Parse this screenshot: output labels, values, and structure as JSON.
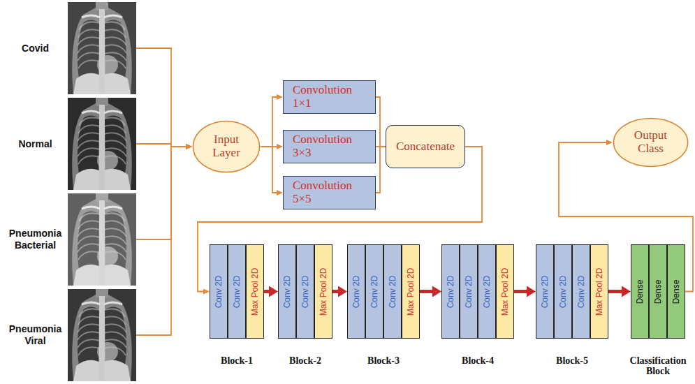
{
  "diagram": {
    "nodes": [
      {
        "text": [
          "Covid"
        ]
      },
      {
        "text": [
          "Normal"
        ]
      },
      {
        "text": [
          "Pneumonia Bacterial"
        ]
      },
      {
        "text": [
          "Pneumonia Viral"
        ]
      },
      {
        "text": [
          "Input Layer"
        ]
      },
      {
        "text": [
          "Convolution 1×1"
        ]
      },
      {
        "text": [
          "Convolution 3×3"
        ]
      },
      {
        "text": [
          "Convolution 5×5"
        ]
      },
      {
        "text": [
          "Concatenate"
        ]
      },
      {
        "text": [
          "Output Class"
        ]
      },
      {
        "text": [
          "Block-1"
        ]
      },
      {
        "text": [
          "Conv 2D"
        ],
        "in": 10
      },
      {
        "text": [
          "Conv 2D"
        ],
        "in": 10
      },
      {
        "text": [
          "Max Pool 2D"
        ],
        "in": 10
      },
      {
        "text": [
          "Block-2"
        ]
      },
      {
        "text": [
          "Conv 2D"
        ],
        "in": 14
      },
      {
        "text": [
          "Conv 2D"
        ],
        "in": 14
      },
      {
        "text": [
          "Max Pool 2D"
        ],
        "in": 14
      },
      {
        "text": [
          "Block-3"
        ]
      },
      {
        "text": [
          "Conv 2D"
        ],
        "in": 18
      },
      {
        "text": [
          "Conv 2D"
        ],
        "in": 18
      },
      {
        "text": [
          "Conv 2D"
        ],
        "in": 18
      },
      {
        "text": [
          "Max Pool 2D"
        ],
        "in": 18
      },
      {
        "text": [
          "Block-4"
        ]
      },
      {
        "text": [
          "Conv 2D"
        ],
        "in": 23
      },
      {
        "text": [
          "Conv 2D"
        ],
        "in": 23
      },
      {
        "text": [
          "Conv 2D"
        ],
        "in": 23
      },
      {
        "text": [
          "Max Pool 2D"
        ],
        "in": 23
      },
      {
        "text": [
          "Block-5"
        ]
      },
      {
        "text": [
          "Conv 2D"
        ],
        "in": 28
      },
      {
        "text": [
          "Conv 2D"
        ],
        "in": 28
      },
      {
        "text": [
          "Conv 2D"
        ],
        "in": 28
      },
      {
        "text": [
          "Max Pool 2D"
        ],
        "in": 28
      },
      {
        "text": [
          "Classification Block"
        ]
      },
      {
        "text": [
          "Dense"
        ],
        "in": 33
      },
      {
        "text": [
          "Dense"
        ],
        "in": 33
      },
      {
        "text": [
          "Dense"
        ],
        "in": 33
      }
    ],
    "edges": [
      {
        "from": 0,
        "to": 4,
        "arrow": "to"
      },
      {
        "from": 1,
        "to": 4,
        "arrow": "to"
      },
      {
        "from": 2,
        "to": 4,
        "arrow": "to"
      },
      {
        "from": 3,
        "to": 4,
        "arrow": "to"
      },
      {
        "from": 4,
        "to": 5,
        "arrow": "to"
      },
      {
        "from": 4,
        "to": 6,
        "arrow": "to"
      },
      {
        "from": 4,
        "to": 7,
        "arrow": "to"
      },
      {
        "from": 5,
        "to": 8,
        "arrow": "to"
      },
      {
        "from": 6,
        "to": 8,
        "arrow": "to"
      },
      {
        "from": 7,
        "to": 8,
        "arrow": "to"
      },
      {
        "from": 8,
        "to": 10,
        "arrow": "to"
      },
      {
        "from": 10,
        "to": 14,
        "arrow": "to"
      },
      {
        "from": 14,
        "to": 18,
        "arrow": "to"
      },
      {
        "from": 18,
        "to": 23,
        "arrow": "to"
      },
      {
        "from": 23,
        "to": 28,
        "arrow": "to"
      },
      {
        "from": 28,
        "to": 33,
        "arrow": "to"
      },
      {
        "from": 33,
        "to": 9,
        "arrow": "to"
      }
    ]
  }
}
